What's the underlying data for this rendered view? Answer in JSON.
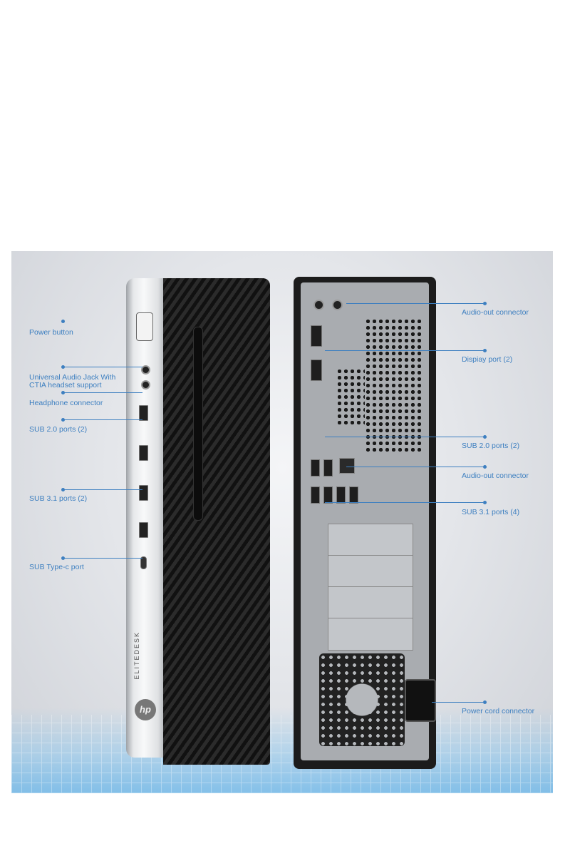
{
  "front_labels": {
    "power_button": "Power button",
    "audio_jack_line1": "Universal Audio Jack With",
    "audio_jack_line2": "CTIA headset support",
    "headphone": "Headphone connector",
    "usb2": "SUB 2.0 ports (2)",
    "usb31": "SUB 3.1 ports (2)",
    "usbc": "SUB Type-c port"
  },
  "rear_labels": {
    "audio_out_top": "Audio-out connector",
    "display_port": "Dispiay port (2)",
    "usb2": "SUB 2.0 ports (2)",
    "audio_out_mid": "Audio-out connector",
    "usb31": "SUB 3.1 ports (4)",
    "power_cord": "Power cord connector"
  },
  "brand_text": "ELITEDESK",
  "logo_text": "hp",
  "colors": {
    "label": "#3d7fc0",
    "chassis": "#1c1c1c",
    "bezel": "#e6e8ea"
  }
}
